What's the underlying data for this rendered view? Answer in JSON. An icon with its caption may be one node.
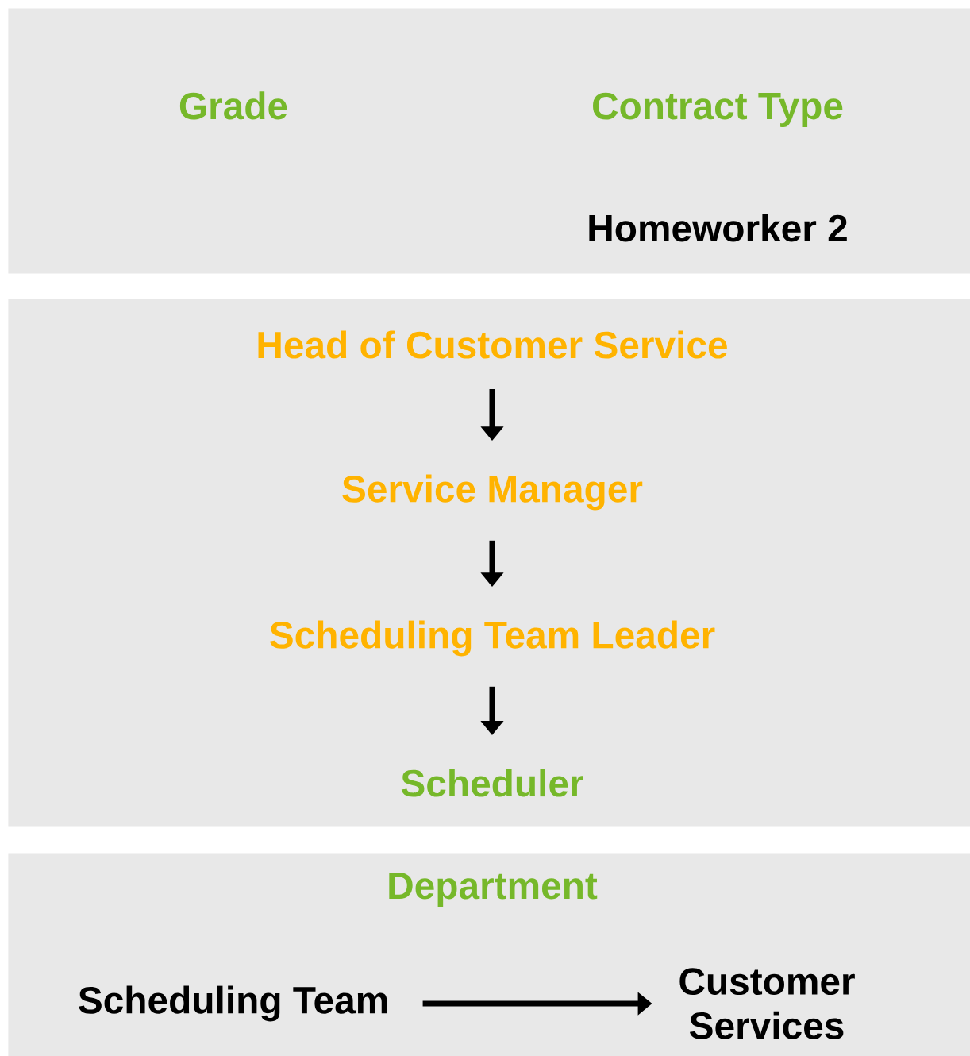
{
  "diagram": {
    "nodes": [
      {
        "text": [
          "Grade",
          "Contract Type",
          "Homeworker 2"
        ]
      },
      {
        "text": [],
        "shape": "box"
      },
      {
        "text": [
          "Head of Customer Service"
        ],
        "in": 1
      },
      {
        "text": [
          "Service Manager"
        ],
        "in": 1
      },
      {
        "text": [
          "Scheduling Team Leader"
        ],
        "in": 1
      },
      {
        "text": [
          "Scheduler"
        ],
        "in": 1
      },
      {
        "text": [
          "Department"
        ]
      },
      {
        "text": [
          "Scheduling Team"
        ],
        "in": 6
      },
      {
        "text": [
          "Customer Services"
        ],
        "in": 6
      }
    ],
    "edges": [
      {
        "from": 2,
        "to": 3,
        "arrow": "to"
      },
      {
        "from": 3,
        "to": 4,
        "arrow": "to"
      },
      {
        "from": 4,
        "to": 5,
        "arrow": "to"
      },
      {
        "from": 7,
        "to": 8,
        "arrow": "to"
      }
    ]
  }
}
